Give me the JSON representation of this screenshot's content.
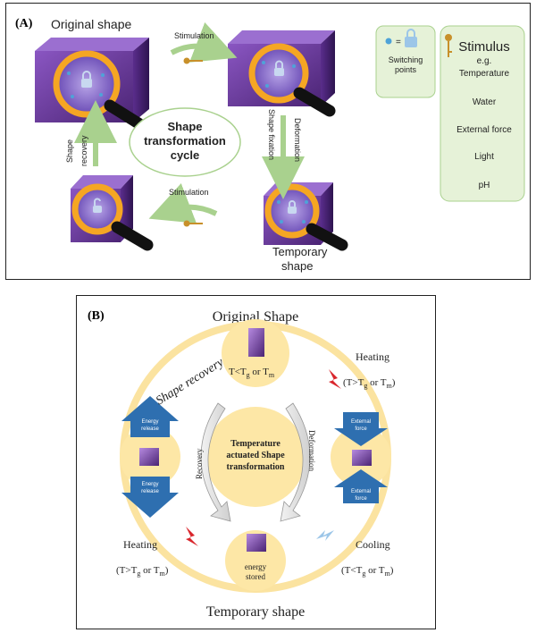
{
  "panelA": {
    "label": "(A)",
    "original_shape": "Original shape",
    "temporary_shape_line1": "Temporary",
    "temporary_shape_line2": "shape",
    "stimulation_top": "Stimulation",
    "stimulation_bottom": "Stimulation",
    "deformation": "Deformation",
    "shape_fixation": "Shape fixation",
    "shape_word": "Shape",
    "recovery_word": "recovery",
    "cycle_line1": "Shape",
    "cycle_line2": "transformation",
    "cycle_line3": "cycle",
    "legend_switching_line1": "Switching",
    "legend_switching_line2": "points",
    "stimulus_title": "Stimulus",
    "stimulus_eg": "e.g.",
    "stimulus_items": [
      "Temperature",
      "Water",
      "External force",
      "Light",
      "pH"
    ],
    "colors": {
      "cube": "#6e3a9e",
      "ring": "#f5a623",
      "legend_bg": "#e6f2d8",
      "arrow": "#a9d18e"
    }
  },
  "panelB": {
    "label": "(B)",
    "original_shape": "Original Shape",
    "temporary_shape": "Temporary shape",
    "shape_recovery": "Shape recovery",
    "heating_right": "Heating",
    "heating_right_cond": "(T>Tg or Tm)",
    "heating_left": "Heating",
    "heating_left_cond": "(T>Tg or Tm)",
    "cooling": "Cooling",
    "cooling_cond": "(T<Tg or Tm)",
    "top_cond": "T<Tg or Tm",
    "energy_release_top_1": "Energy",
    "energy_release_top_2": "release",
    "energy_release_bottom_1": "Energy",
    "energy_release_bottom_2": "release",
    "external_force_top_1": "External",
    "external_force_top_2": "force",
    "external_force_bottom_1": "External",
    "external_force_bottom_2": "force",
    "energy_stored_1": "energy",
    "energy_stored_2": "stored",
    "recovery_arrow": "Recovery",
    "deformation_arrow": "Deformation",
    "center_line1": "Temperature",
    "center_line2": "actuated Shape",
    "center_line3": "transformation",
    "colors": {
      "ring": "#fbe3a0",
      "node": "#fde7a6",
      "arrow_blue": "#2e6fb0"
    }
  }
}
